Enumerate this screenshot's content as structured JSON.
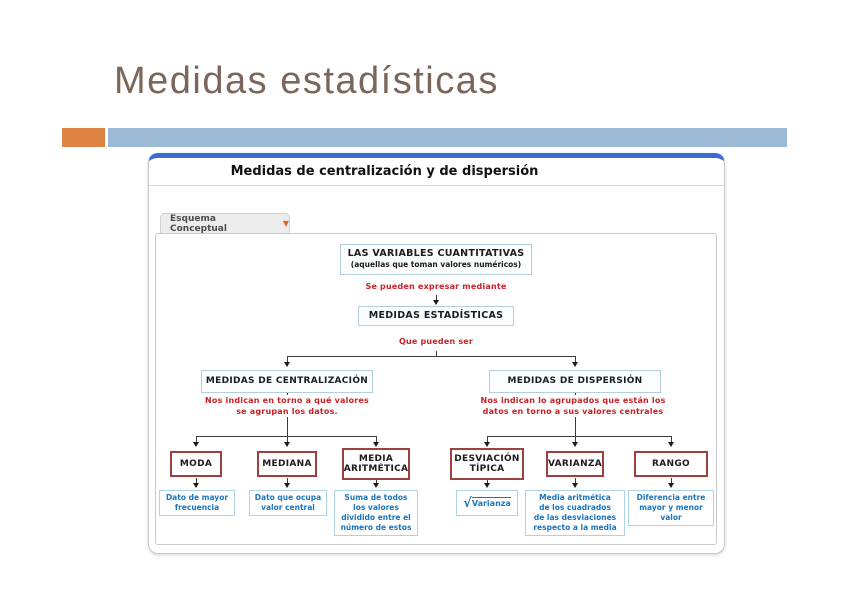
{
  "slide": {
    "title": "Medidas estadísticas"
  },
  "panel": {
    "header": "Medidas de centralización y de dispersión",
    "tab_label": "Esquema Conceptual",
    "tab_arrow": "▼"
  },
  "flowchart": {
    "root_title": "LAS VARIABLES CUANTITATIVAS",
    "root_subtitle": "(aquellas que toman valores numéricos)",
    "connector1": "Se pueden expresar mediante",
    "level2_title": "MEDIDAS ESTADÍSTICAS",
    "connector2": "Que pueden ser",
    "left": {
      "title": "MEDIDAS DE CENTRALIZACIÓN",
      "note": "Nos indican en torno a qué valores\nse agrupan los datos.",
      "children": [
        {
          "label": "MODA",
          "desc": "Dato de mayor\nfrecuencia"
        },
        {
          "label": "MEDIANA",
          "desc": "Dato que ocupa\nvalor central"
        },
        {
          "label": "MEDIA\nARITMÉTICA",
          "desc": "Suma de todos\nlos valores\ndividido entre el\nnúmero de estos"
        }
      ]
    },
    "right": {
      "title": "MEDIDAS DE DISPERSIÓN",
      "note": "Nos indican lo agrupados que están los\ndatos en torno a sus valores centrales",
      "children": [
        {
          "label": "DESVIACIÓN\nTÍPICA",
          "desc_radical": "√",
          "desc_radicand": "Varianza"
        },
        {
          "label": "VARIANZA",
          "desc": "Media aritmética\nde los cuadrados\nde las desviaciones\nrespecto a la media"
        },
        {
          "label": "RANGO",
          "desc": "Diferencia entre\nmayor y menor\nvalor"
        }
      ]
    }
  },
  "colors": {
    "title_text": "#7a665b",
    "accent_orange": "#dd8243",
    "accent_blue_bar": "#9cb9d5",
    "panel_top_border": "#3a6bd6",
    "red_text": "#cb2026",
    "blue_text": "#1b74bc",
    "node_border_blue": "#b5cede",
    "node_border_red": "#9c4040"
  }
}
